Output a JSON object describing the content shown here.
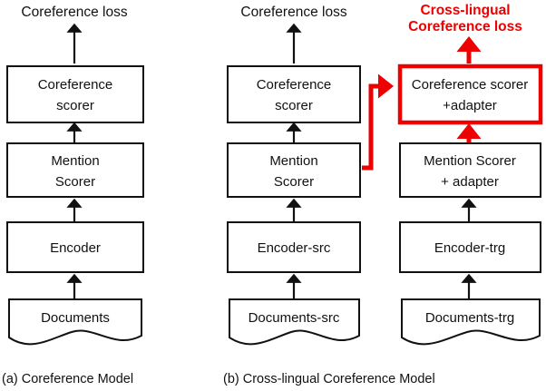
{
  "figure": {
    "colors": {
      "accent_red": "#ee0000",
      "line_black": "#111111",
      "background": "#ffffff"
    },
    "panels": [
      {
        "id": "panel-a",
        "caption": "(a) Coreference Model",
        "loss_label": "Coreference loss",
        "columns": [
          {
            "id": "column-a-main",
            "nodes": [
              {
                "id": "coreference-scorer",
                "lines": [
                  "Coreference",
                  "scorer"
                ],
                "shape": "rect",
                "color": "black"
              },
              {
                "id": "mention-scorer",
                "lines": [
                  "Mention",
                  "Scorer"
                ],
                "shape": "rect",
                "color": "black"
              },
              {
                "id": "encoder",
                "lines": [
                  "Encoder"
                ],
                "shape": "rect",
                "color": "black"
              },
              {
                "id": "documents",
                "lines": [
                  "Documents"
                ],
                "shape": "document",
                "color": "black"
              }
            ]
          }
        ]
      },
      {
        "id": "panel-b",
        "caption": "(b) Cross-lingual Coreference Model",
        "loss_label": "Coreference loss",
        "loss_label_red": [
          "Cross-lingual",
          "Coreference loss"
        ],
        "columns": [
          {
            "id": "column-b-src",
            "nodes": [
              {
                "id": "coreference-scorer-src",
                "lines": [
                  "Coreference",
                  "scorer"
                ],
                "shape": "rect",
                "color": "black"
              },
              {
                "id": "mention-scorer-src",
                "lines": [
                  "Mention",
                  "Scorer"
                ],
                "shape": "rect",
                "color": "black"
              },
              {
                "id": "encoder-src",
                "lines": [
                  "Encoder-src"
                ],
                "shape": "rect",
                "color": "black"
              },
              {
                "id": "documents-src",
                "lines": [
                  "Documents-src"
                ],
                "shape": "document",
                "color": "black"
              }
            ]
          },
          {
            "id": "column-b-trg",
            "nodes": [
              {
                "id": "coreference-scorer-adapter",
                "lines": [
                  "Coreference scorer",
                  "+adapter"
                ],
                "shape": "rect",
                "color": "red"
              },
              {
                "id": "mention-scorer-adapter",
                "lines": [
                  "Mention Scorer",
                  "+ adapter"
                ],
                "shape": "rect",
                "color": "black"
              },
              {
                "id": "encoder-trg",
                "lines": [
                  "Encoder-trg"
                ],
                "shape": "rect",
                "color": "black"
              },
              {
                "id": "documents-trg",
                "lines": [
                  "Documents-trg"
                ],
                "shape": "document",
                "color": "black"
              }
            ]
          }
        ],
        "cross_connector": {
          "id": "mention-scorer-to-adapter-scorer",
          "color": "#ee0000",
          "from": "mention-scorer-src",
          "to": "coreference-scorer-adapter"
        }
      }
    ]
  },
  "text": {
    "a_loss": "Coreference loss",
    "a_scorer_l1": "Coreference",
    "a_scorer_l2": "scorer",
    "a_mention_l1": "Mention",
    "a_mention_l2": "Scorer",
    "a_encoder": "Encoder",
    "a_documents": "Documents",
    "a_caption": "(a) Coreference Model",
    "b_loss": "Coreference loss",
    "b_scorer_l1": "Coreference",
    "b_scorer_l2": "scorer",
    "b_mention_l1": "Mention",
    "b_mention_l2": "Scorer",
    "b_encoder_src": "Encoder-src",
    "b_documents_src": "Documents-src",
    "b_caption": "(b) Cross-lingual Coreference Model",
    "c_loss_l1": "Cross-lingual",
    "c_loss_l2": "Coreference loss",
    "c_scorer_l1": "Coreference scorer",
    "c_scorer_l2": "+adapter",
    "c_mention_l1": "Mention Scorer",
    "c_mention_l2": "+ adapter",
    "c_encoder_trg": "Encoder-trg",
    "c_documents_trg": "Documents-trg"
  }
}
